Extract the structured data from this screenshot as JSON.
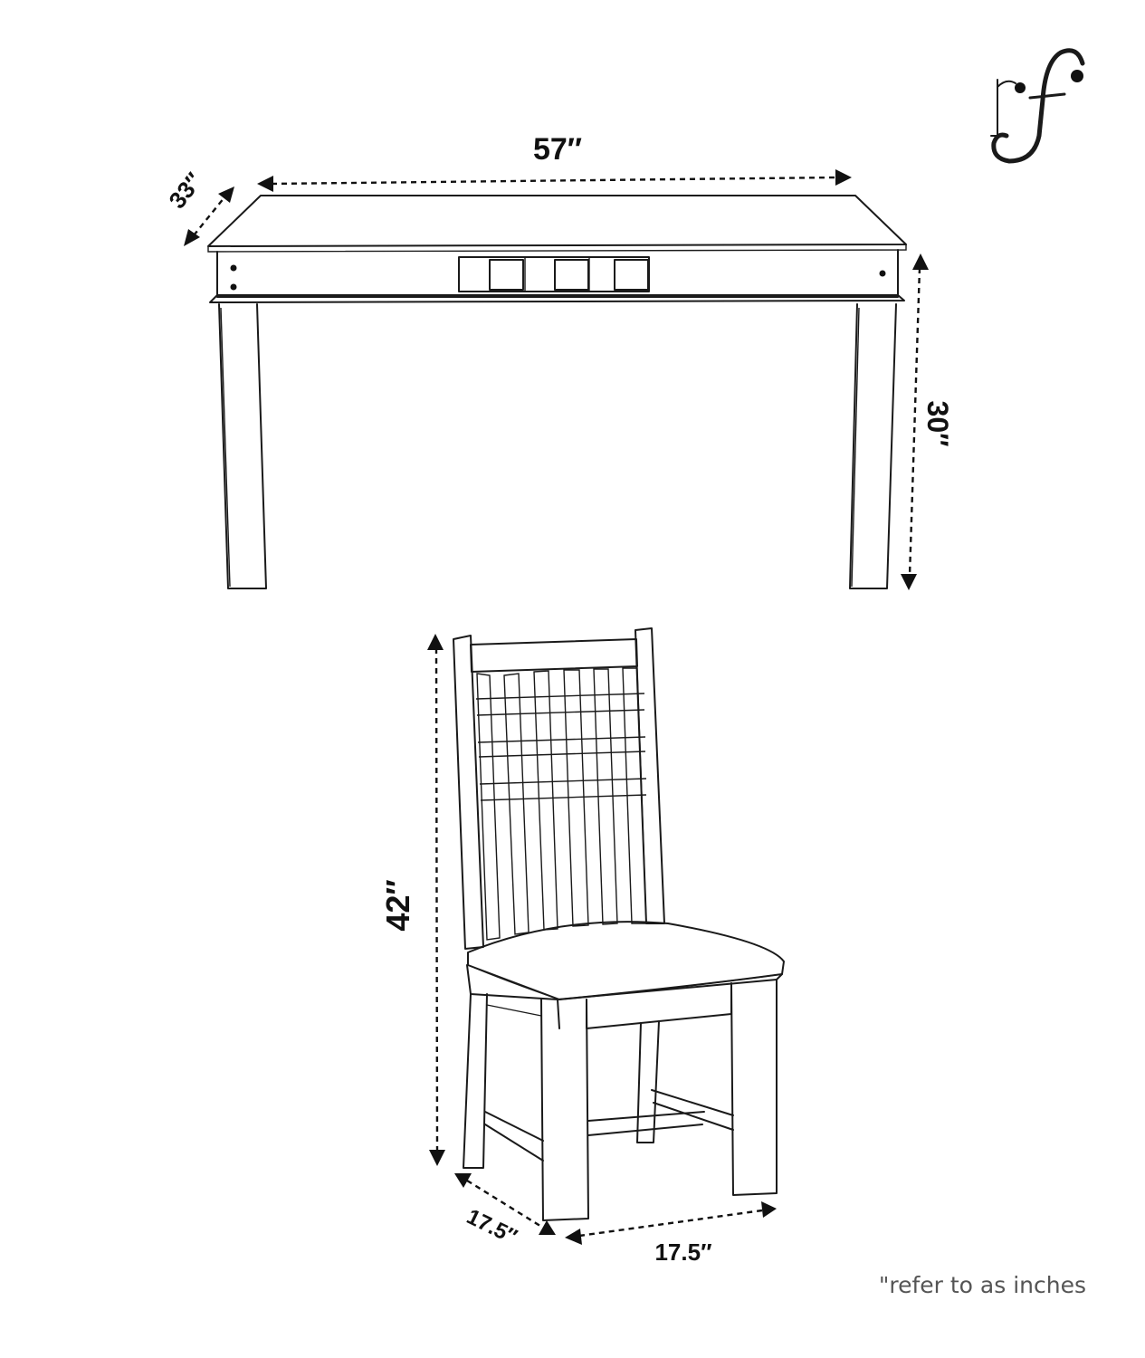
{
  "logo": {
    "text": "rf"
  },
  "table": {
    "width_label": "57″",
    "depth_label": "33″",
    "height_label": "30″"
  },
  "chair": {
    "height_label": "42″",
    "depth_label": "17.5″",
    "width_label": "17.5″"
  },
  "footnote": "\"refer to as inches",
  "colors": {
    "line": "#1a1a1a",
    "note": "#555555",
    "background": "#ffffff"
  }
}
